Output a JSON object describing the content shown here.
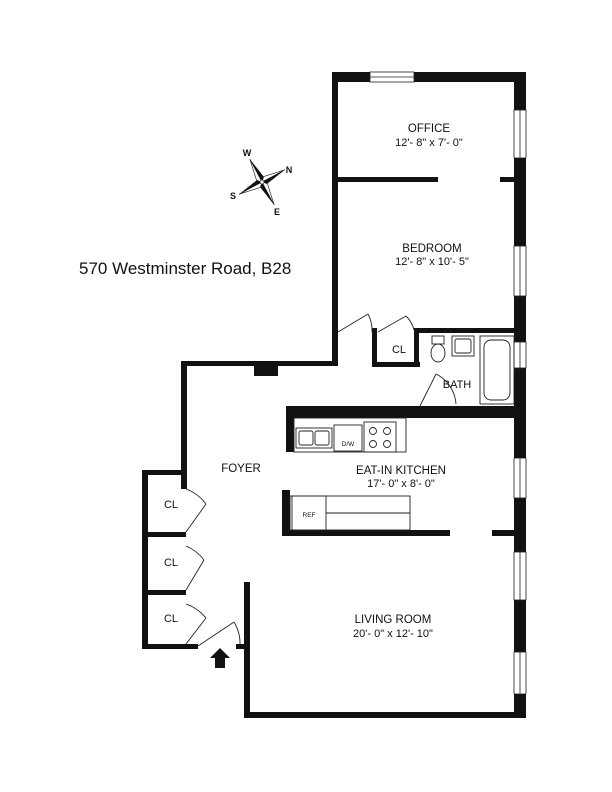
{
  "address": "570 Westminster Road, B28",
  "compass": {
    "north": "N",
    "south": "S",
    "east": "E",
    "west": "W"
  },
  "rooms": {
    "office": {
      "name": "OFFICE",
      "dims": "12'- 8\" x 7'- 0\""
    },
    "bedroom": {
      "name": "BEDROOM",
      "dims": "12'- 8\" x 10'- 5\""
    },
    "bath": {
      "name": "BATH"
    },
    "bath_closet": {
      "name": "CL"
    },
    "foyer": {
      "name": "FOYER"
    },
    "kitchen": {
      "name": "EAT-IN KITCHEN",
      "dims": "17'- 0\" x 8'- 0\""
    },
    "living": {
      "name": "LIVING ROOM",
      "dims": "20'- 0\" x 12'- 10\""
    },
    "closets": [
      "CL",
      "CL",
      "CL"
    ]
  },
  "appliances": {
    "dishwasher": "D/W",
    "refrigerator": "REF"
  },
  "colors": {
    "wall": "#111111",
    "line": "#222222",
    "background": "#ffffff"
  }
}
